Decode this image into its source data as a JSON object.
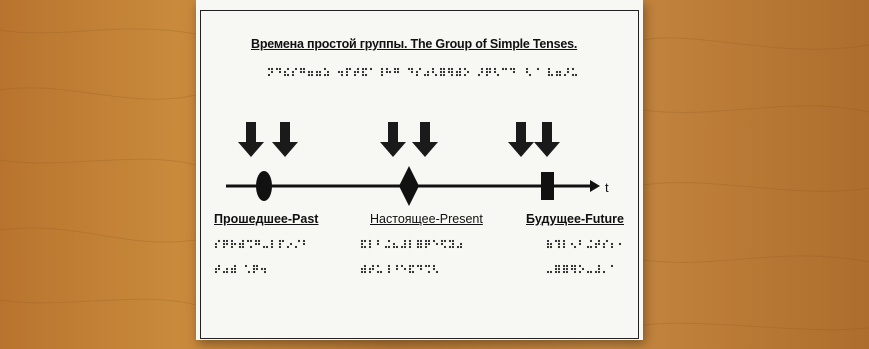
{
  "sheet": {
    "title": "Времена простой группы. The Group of Simple Tenses.",
    "axis_label": "t"
  },
  "tenses": [
    {
      "label": "Прошедшее-Past",
      "marker": "ellipse"
    },
    {
      "label": "Настоящее-Present",
      "marker": "diamond"
    },
    {
      "label": "Будущее-Future",
      "marker": "rectangle"
    }
  ],
  "colors": {
    "ink": "#111111",
    "paper": "#f7f7f4",
    "table_wood": "#c08440"
  }
}
